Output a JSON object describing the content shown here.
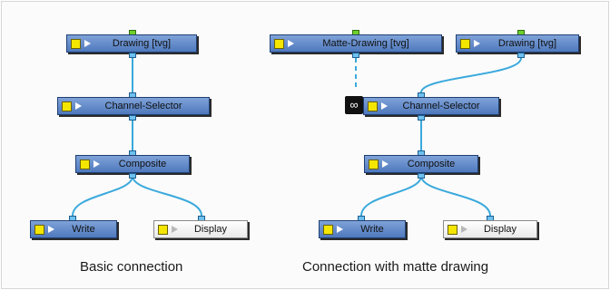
{
  "diagrams": [
    {
      "caption": "Basic connection",
      "nodes": {
        "drawing": "Drawing  [tvg]",
        "channel_selector": "Channel-Selector",
        "composite": "Composite",
        "write": "Write",
        "display": "Display"
      }
    },
    {
      "caption": "Connection with matte drawing",
      "nodes": {
        "matte_drawing": "Matte-Drawing  [tvg]",
        "drawing": "Drawing  [tvg]",
        "channel_selector": "Channel-Selector",
        "composite": "Composite",
        "write": "Write",
        "display": "Display"
      }
    }
  ],
  "matte_icon": "mask-icon",
  "colors": {
    "node_blue": "#4f79bd",
    "wire": "#3aa9dc",
    "port_green": "#6fcf2c",
    "enable_yellow": "#f5e600"
  }
}
